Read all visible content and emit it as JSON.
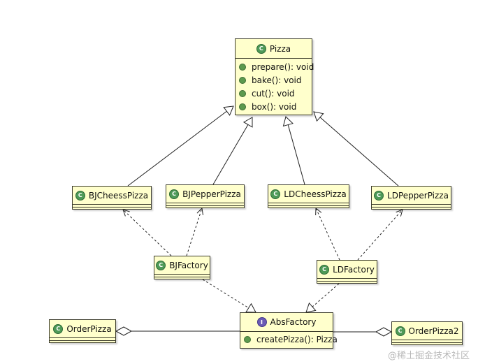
{
  "diagram": {
    "classes": {
      "pizza": {
        "name": "Pizza",
        "kind": "class",
        "methods": [
          "prepare(): void",
          "bake(): void",
          "cut(): void",
          "box(): void"
        ]
      },
      "bjcheess": {
        "name": "BJCheessPizza",
        "kind": "class"
      },
      "bjpepper": {
        "name": "BJPepperPizza",
        "kind": "class"
      },
      "ldcheess": {
        "name": "LDCheessPizza",
        "kind": "class"
      },
      "ldpepper": {
        "name": "LDPepperPizza",
        "kind": "class"
      },
      "bjfactory": {
        "name": "BJFactory",
        "kind": "class"
      },
      "ldfactory": {
        "name": "LDFactory",
        "kind": "class"
      },
      "absfactory": {
        "name": "AbsFactory",
        "kind": "interface",
        "methods": [
          "createPizza(): Pizza"
        ]
      },
      "orderpizza": {
        "name": "OrderPizza",
        "kind": "class"
      },
      "orderpizza2": {
        "name": "OrderPizza2",
        "kind": "class"
      }
    },
    "relations": [
      {
        "from": "bjcheess",
        "to": "pizza",
        "type": "generalization"
      },
      {
        "from": "bjpepper",
        "to": "pizza",
        "type": "generalization"
      },
      {
        "from": "ldcheess",
        "to": "pizza",
        "type": "generalization"
      },
      {
        "from": "ldpepper",
        "to": "pizza",
        "type": "generalization"
      },
      {
        "from": "bjfactory",
        "to": "bjcheess",
        "type": "dependency"
      },
      {
        "from": "bjfactory",
        "to": "bjpepper",
        "type": "dependency"
      },
      {
        "from": "ldfactory",
        "to": "ldcheess",
        "type": "dependency"
      },
      {
        "from": "ldfactory",
        "to": "ldpepper",
        "type": "dependency"
      },
      {
        "from": "bjfactory",
        "to": "absfactory",
        "type": "realization"
      },
      {
        "from": "ldfactory",
        "to": "absfactory",
        "type": "realization"
      },
      {
        "from": "orderpizza",
        "to": "absfactory",
        "type": "aggregation"
      },
      {
        "from": "orderpizza2",
        "to": "absfactory",
        "type": "aggregation"
      }
    ],
    "colors": {
      "class_fill": "#ffffcc",
      "class_border": "#3a3a2a",
      "class_badge": "#4e9a57",
      "interface_badge": "#6a5bb5",
      "method_dot": "#5c9a4e",
      "edge": "#222222"
    }
  },
  "watermark": "@稀土掘金技术社区"
}
